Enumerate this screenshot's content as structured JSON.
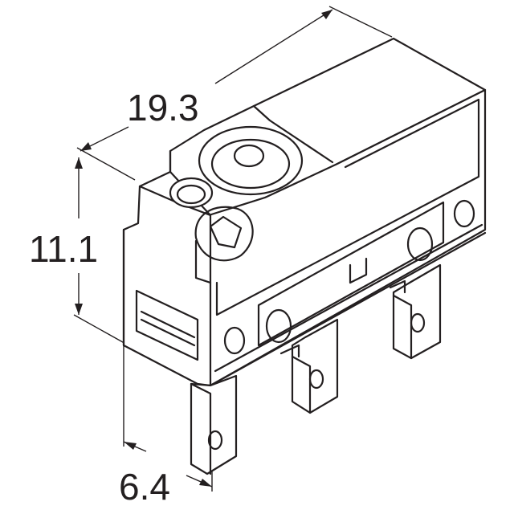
{
  "dimensions": {
    "length": "19.3",
    "height": "11.1",
    "width": "6.4"
  }
}
